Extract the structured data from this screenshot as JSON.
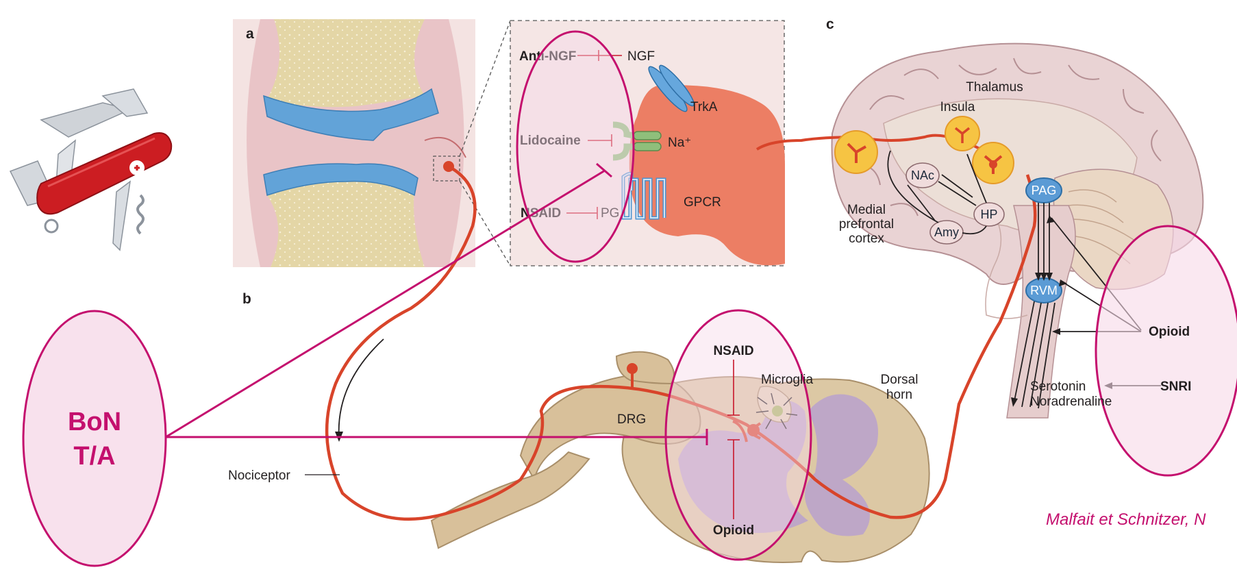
{
  "panels": {
    "a": "a",
    "b": "b",
    "c": "c"
  },
  "inset": {
    "drugs": {
      "anti_ngf": "Anti-NGF",
      "lidocaine": "Lidocaine",
      "nsaid": "NSAID"
    },
    "targets": {
      "ngf": "NGF",
      "trka": "TrkA",
      "na": "Na⁺",
      "gpcr": "GPCR",
      "pg": "PG"
    }
  },
  "spinal": {
    "drg": "DRG",
    "microglia": "Microglia",
    "dorsal_horn": [
      "Dorsal",
      "horn"
    ],
    "nociceptor": "Nociceptor",
    "nsaid": "NSAID",
    "opioid": "Opioid"
  },
  "brain": {
    "thalamus": "Thalamus",
    "insula": "Insula",
    "mpfc": [
      "Medial",
      "prefrontal",
      "cortex"
    ],
    "nac": "NAc",
    "hp": "HP",
    "amy": "Amy",
    "pag": "PAG",
    "rvm": "RVM",
    "opioid": "Opioid",
    "snri": "SNRI",
    "serotonin": "Serotonin",
    "noradrenaline": "Noradrenaline"
  },
  "bont": {
    "line1": "BoN",
    "line2": "T/A"
  },
  "citation": "Malfait et Schnitzer, N",
  "colors": {
    "highlight": "#c4106e",
    "highlight_fill": "#f6d9e8",
    "nerve": "#d8442a",
    "bone": "#e4d6a6",
    "cartilage": "#62a3d8",
    "cell": "#ec7e64",
    "node_blue": "#5b9bd5",
    "node_yellow": "#f6c443",
    "spinal_tissue": "#dcc8a4",
    "grey_matter": "#b79fd0",
    "brain": "#e9d3d4"
  }
}
